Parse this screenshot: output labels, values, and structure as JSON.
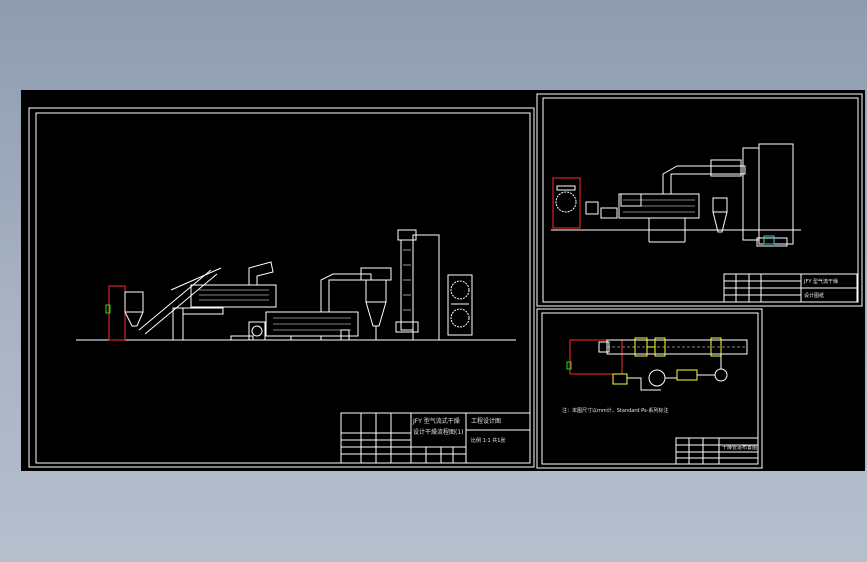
{
  "colors": {
    "background": "#000000",
    "lines": "#ffffff",
    "highlight_red": "#ff2a2a",
    "highlight_yellow": "#ffff33",
    "highlight_green": "#22dd22",
    "highlight_cyan": "#33cccc"
  },
  "sheet_main": {
    "title_block": {
      "title_line1": "JFY 型气流式干燥",
      "title_line2": "设计干燥流程图(1)",
      "company": "工程设计图",
      "footer": "比例  1:1  共1张"
    }
  },
  "sheet_top_right": {
    "title_block": {
      "title": "JFY 型气流干燥",
      "company": "设计图纸"
    }
  },
  "sheet_bottom_right": {
    "note": "注：本图尺寸以mm计，Standard Ps-系列标注",
    "title_block": {
      "title": "干燥管道布置图"
    }
  }
}
